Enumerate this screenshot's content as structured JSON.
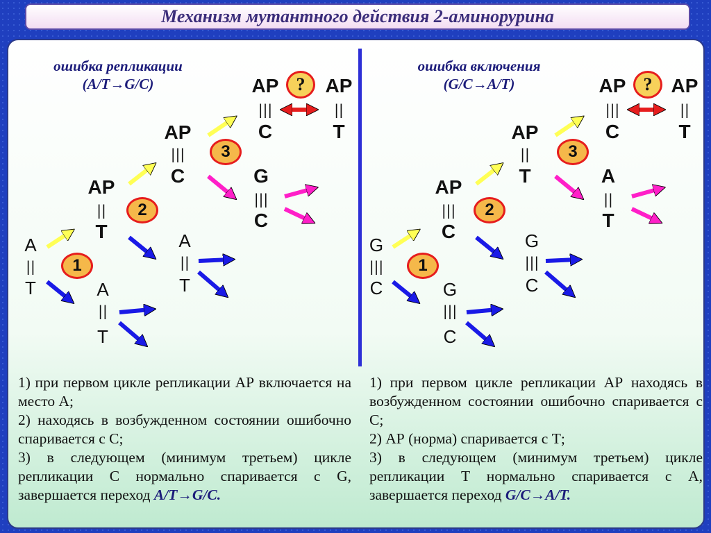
{
  "title": "Механизм мутантного действия 2-аминорурина",
  "left": {
    "heading_line1": "ошибка репликации",
    "heading_line2": "(A/T→G/C)",
    "desc_1": "1) при первом цикле репликации АР включается на место А;",
    "desc_2": "2) находясь в возбужденном состоянии ошибочно спаривается с С;",
    "desc_3_text": "3) в следующем (минимум третьем) цикле репликации С нормально спаривается с G, завершается переход",
    "desc_3_hl": "A/T→G/C."
  },
  "right": {
    "heading_line1": "ошибка включения",
    "heading_line2": "(G/C→A/T)",
    "desc_1": "1) при первом цикле репликации АР находясь в возбужденном состоянии ошибочно спаривается с С;",
    "desc_2": "2) АР (норма) спаривается с Т;",
    "desc_3_text": "3) в следующем (минимум третьем) цикле репликации Т нормально спаривается с А, завершается переход",
    "desc_3_hl": "G/C→A/T."
  },
  "labels": {
    "ap": "AP",
    "a": "A",
    "t": "T",
    "g": "G",
    "c": "C",
    "double_bond": "||",
    "triple_bond": "|||",
    "step1": "1",
    "step2": "2",
    "step3": "3",
    "question": "?"
  },
  "colors": {
    "yellow_arrow": "#ffff55",
    "blue_arrow": "#1a1ae6",
    "magenta_arrow": "#ff1fc8",
    "red_arrow": "#e61d1d"
  }
}
